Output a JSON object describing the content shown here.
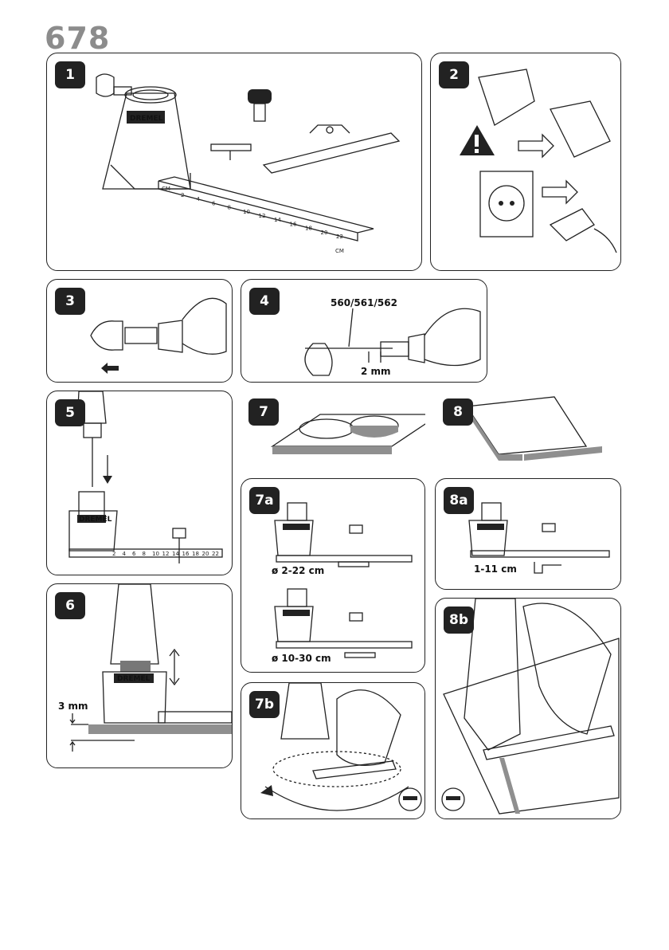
{
  "page": {
    "model_number": "678"
  },
  "steps": [
    {
      "id": "1",
      "label": "1"
    },
    {
      "id": "2",
      "label": "2"
    },
    {
      "id": "3",
      "label": "3"
    },
    {
      "id": "4",
      "label": "4"
    },
    {
      "id": "5",
      "label": "5"
    },
    {
      "id": "6",
      "label": "6"
    },
    {
      "id": "7",
      "label": "7"
    },
    {
      "id": "7a",
      "label": "7a"
    },
    {
      "id": "7b",
      "label": "7b"
    },
    {
      "id": "8",
      "label": "8"
    },
    {
      "id": "8a",
      "label": "8a"
    },
    {
      "id": "8b",
      "label": "8b"
    }
  ],
  "brand": "DREMEL",
  "annotations": {
    "bit_models": "560/561/562",
    "bit_depth": "2 mm",
    "cut_depth": "3 mm",
    "circle_range_small": "ø 2-22 cm",
    "circle_range_large": "ø 10-30 cm",
    "edge_range": "1-11 cm"
  },
  "scale": {
    "unit": "CM",
    "ticks": [
      "2",
      "4",
      "6",
      "8",
      "10",
      "12",
      "14",
      "16",
      "18",
      "20",
      "22"
    ]
  },
  "icons": {
    "warning": "warning-triangle-icon",
    "outlet": "power-outlet-icon",
    "ear_eye_protection": "safety-gear-icon"
  }
}
